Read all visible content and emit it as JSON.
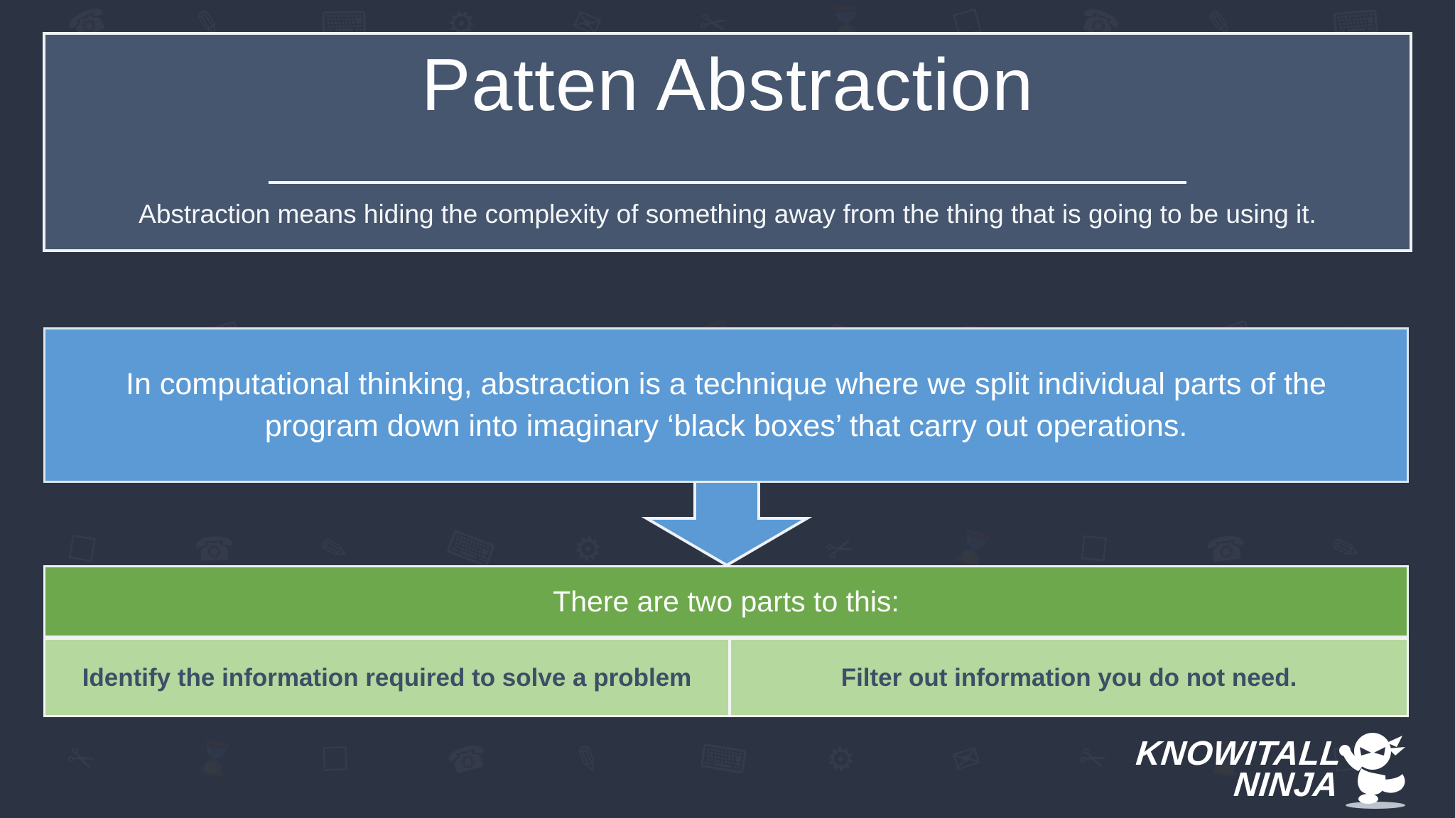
{
  "title_box": {
    "title": "Patten Abstraction",
    "subtitle": "Abstraction means hiding the complexity of something away from the thing that is going to be using it."
  },
  "definition_box": {
    "text": "In computational thinking, abstraction is a technique where we split individual parts of the program down into imaginary ‘black boxes’ that carry out operations."
  },
  "two_parts": {
    "header": "There are two parts to this:",
    "items": [
      "Identify the information required to solve a problem",
      "Filter out information you do not need."
    ]
  },
  "logo": {
    "line1": "KNOWITALL",
    "line2": "NINJA",
    "mascot_icon": "ninja-icon"
  },
  "colors": {
    "background": "#2c3342",
    "title_box_fill": "#46566e",
    "border_white": "#eef1f5",
    "blue_box": "#5b9ad5",
    "green_header": "#6ea84c",
    "light_green_cell": "#b4d89e",
    "dark_text": "#3e4e66",
    "white_text": "#ffffff"
  },
  "background_icons": [
    "phone-icon",
    "pencil-icon",
    "keyboard-icon",
    "gear-icon",
    "envelope-icon",
    "scissors-icon",
    "hourglass-icon",
    "checkbox-icon"
  ]
}
